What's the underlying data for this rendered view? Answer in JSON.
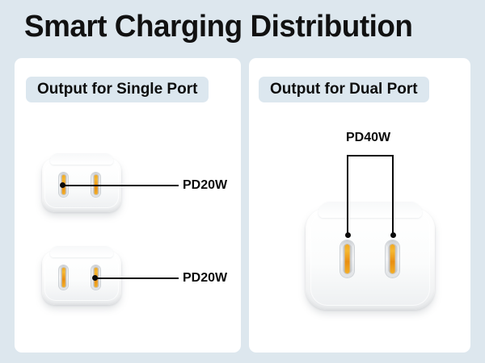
{
  "title": "Smart Charging Distribution",
  "theme": {
    "background": "#dde7ee",
    "panel_background": "#ffffff",
    "header_pill_background": "#dce7ef",
    "text_color": "#0b0b0b",
    "port_contact_color": "#f0a921",
    "leader_line_color": "#0b0b0b"
  },
  "panels": [
    {
      "id": "single-port",
      "header": "Output for Single Port",
      "chargers": [
        {
          "id": "single-charger-top",
          "ports": 2,
          "active_port": "left",
          "callout": "PD20W"
        },
        {
          "id": "single-charger-bottom",
          "ports": 2,
          "active_port": "right",
          "callout": "PD20W"
        }
      ]
    },
    {
      "id": "dual-port",
      "header": "Output for Dual Port",
      "chargers": [
        {
          "id": "dual-charger",
          "ports": 2,
          "active_port": "both",
          "callout": "PD40W"
        }
      ]
    }
  ]
}
